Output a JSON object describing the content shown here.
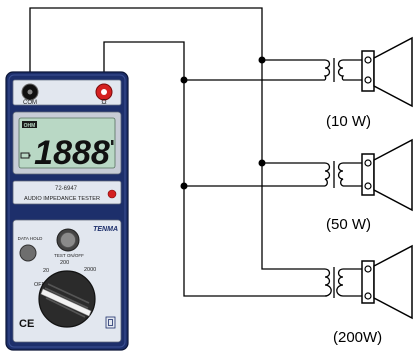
{
  "meter": {
    "terminal_com_label": "COM",
    "terminal_ohm_label": "Ω",
    "lcd_icon_text": "OHM",
    "lcd_reading": "1888",
    "model_number": "72-6947",
    "device_name": "AUDIO IMPEDANCE TESTER",
    "brand": "TENMA",
    "data_hold_label": "DATA HOLD",
    "test_button_label": "TEST ON/OFF",
    "dial_labels": [
      "OFF",
      "20",
      "200",
      "2000"
    ],
    "ce_mark": "CE",
    "colors": {
      "case": "#1d2f6b",
      "panel": "#e2e7ef",
      "lcd": "#b9d8c5",
      "accent_red": "#d42020"
    }
  },
  "speakers": [
    {
      "label": "(10 W)"
    },
    {
      "label": "(50 W)"
    },
    {
      "label": "(200W)"
    }
  ]
}
